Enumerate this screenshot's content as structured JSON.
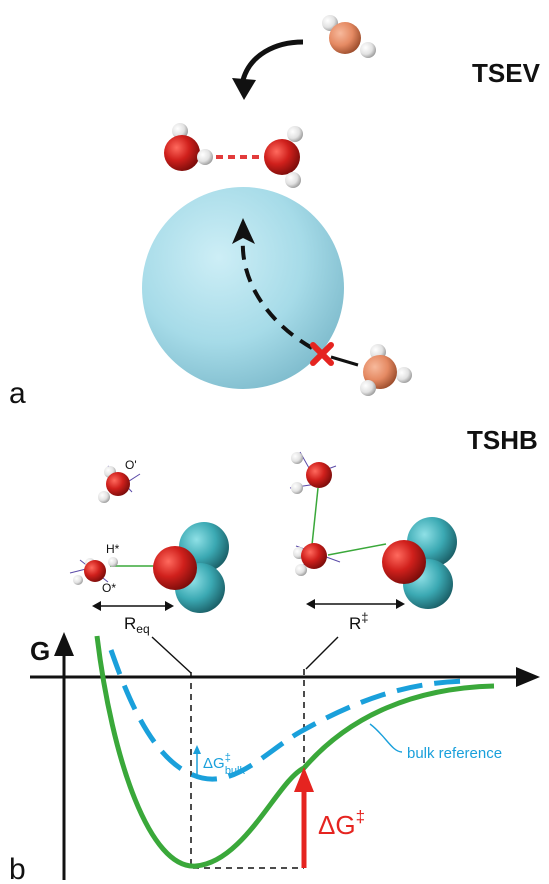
{
  "panel_a": {
    "title": "TSEV",
    "label": "a"
  },
  "panel_b": {
    "title": "TSHB",
    "label": "b",
    "atom_labels": {
      "o_prime": "O'",
      "h_star": "H*",
      "o_star": "O*"
    },
    "distance_labels": {
      "r_eq_main": "R",
      "r_eq_sub": "eq",
      "r_ts_main": "R",
      "r_ts_sup": "‡"
    },
    "energy_axis_label": "G",
    "bulk_barrier_label": {
      "main": "ΔG",
      "sup": "‡",
      "sub": "bulk"
    },
    "bulk_reference_label": "bulk reference",
    "barrier_label": {
      "main": "ΔG",
      "sup": "‡"
    }
  },
  "colors": {
    "oxygen": "#d0201c",
    "hydrogen": "#e6e6e6",
    "orange_water": "#e58a63",
    "solute_sphere": "#a6dbe8",
    "teal_solute": "#3ba9b3",
    "green_curve": "#3aa83a",
    "blue_dash": "#1aa0db",
    "red_arrow": "#e52420",
    "hbond_dash": "#e23b3b"
  }
}
